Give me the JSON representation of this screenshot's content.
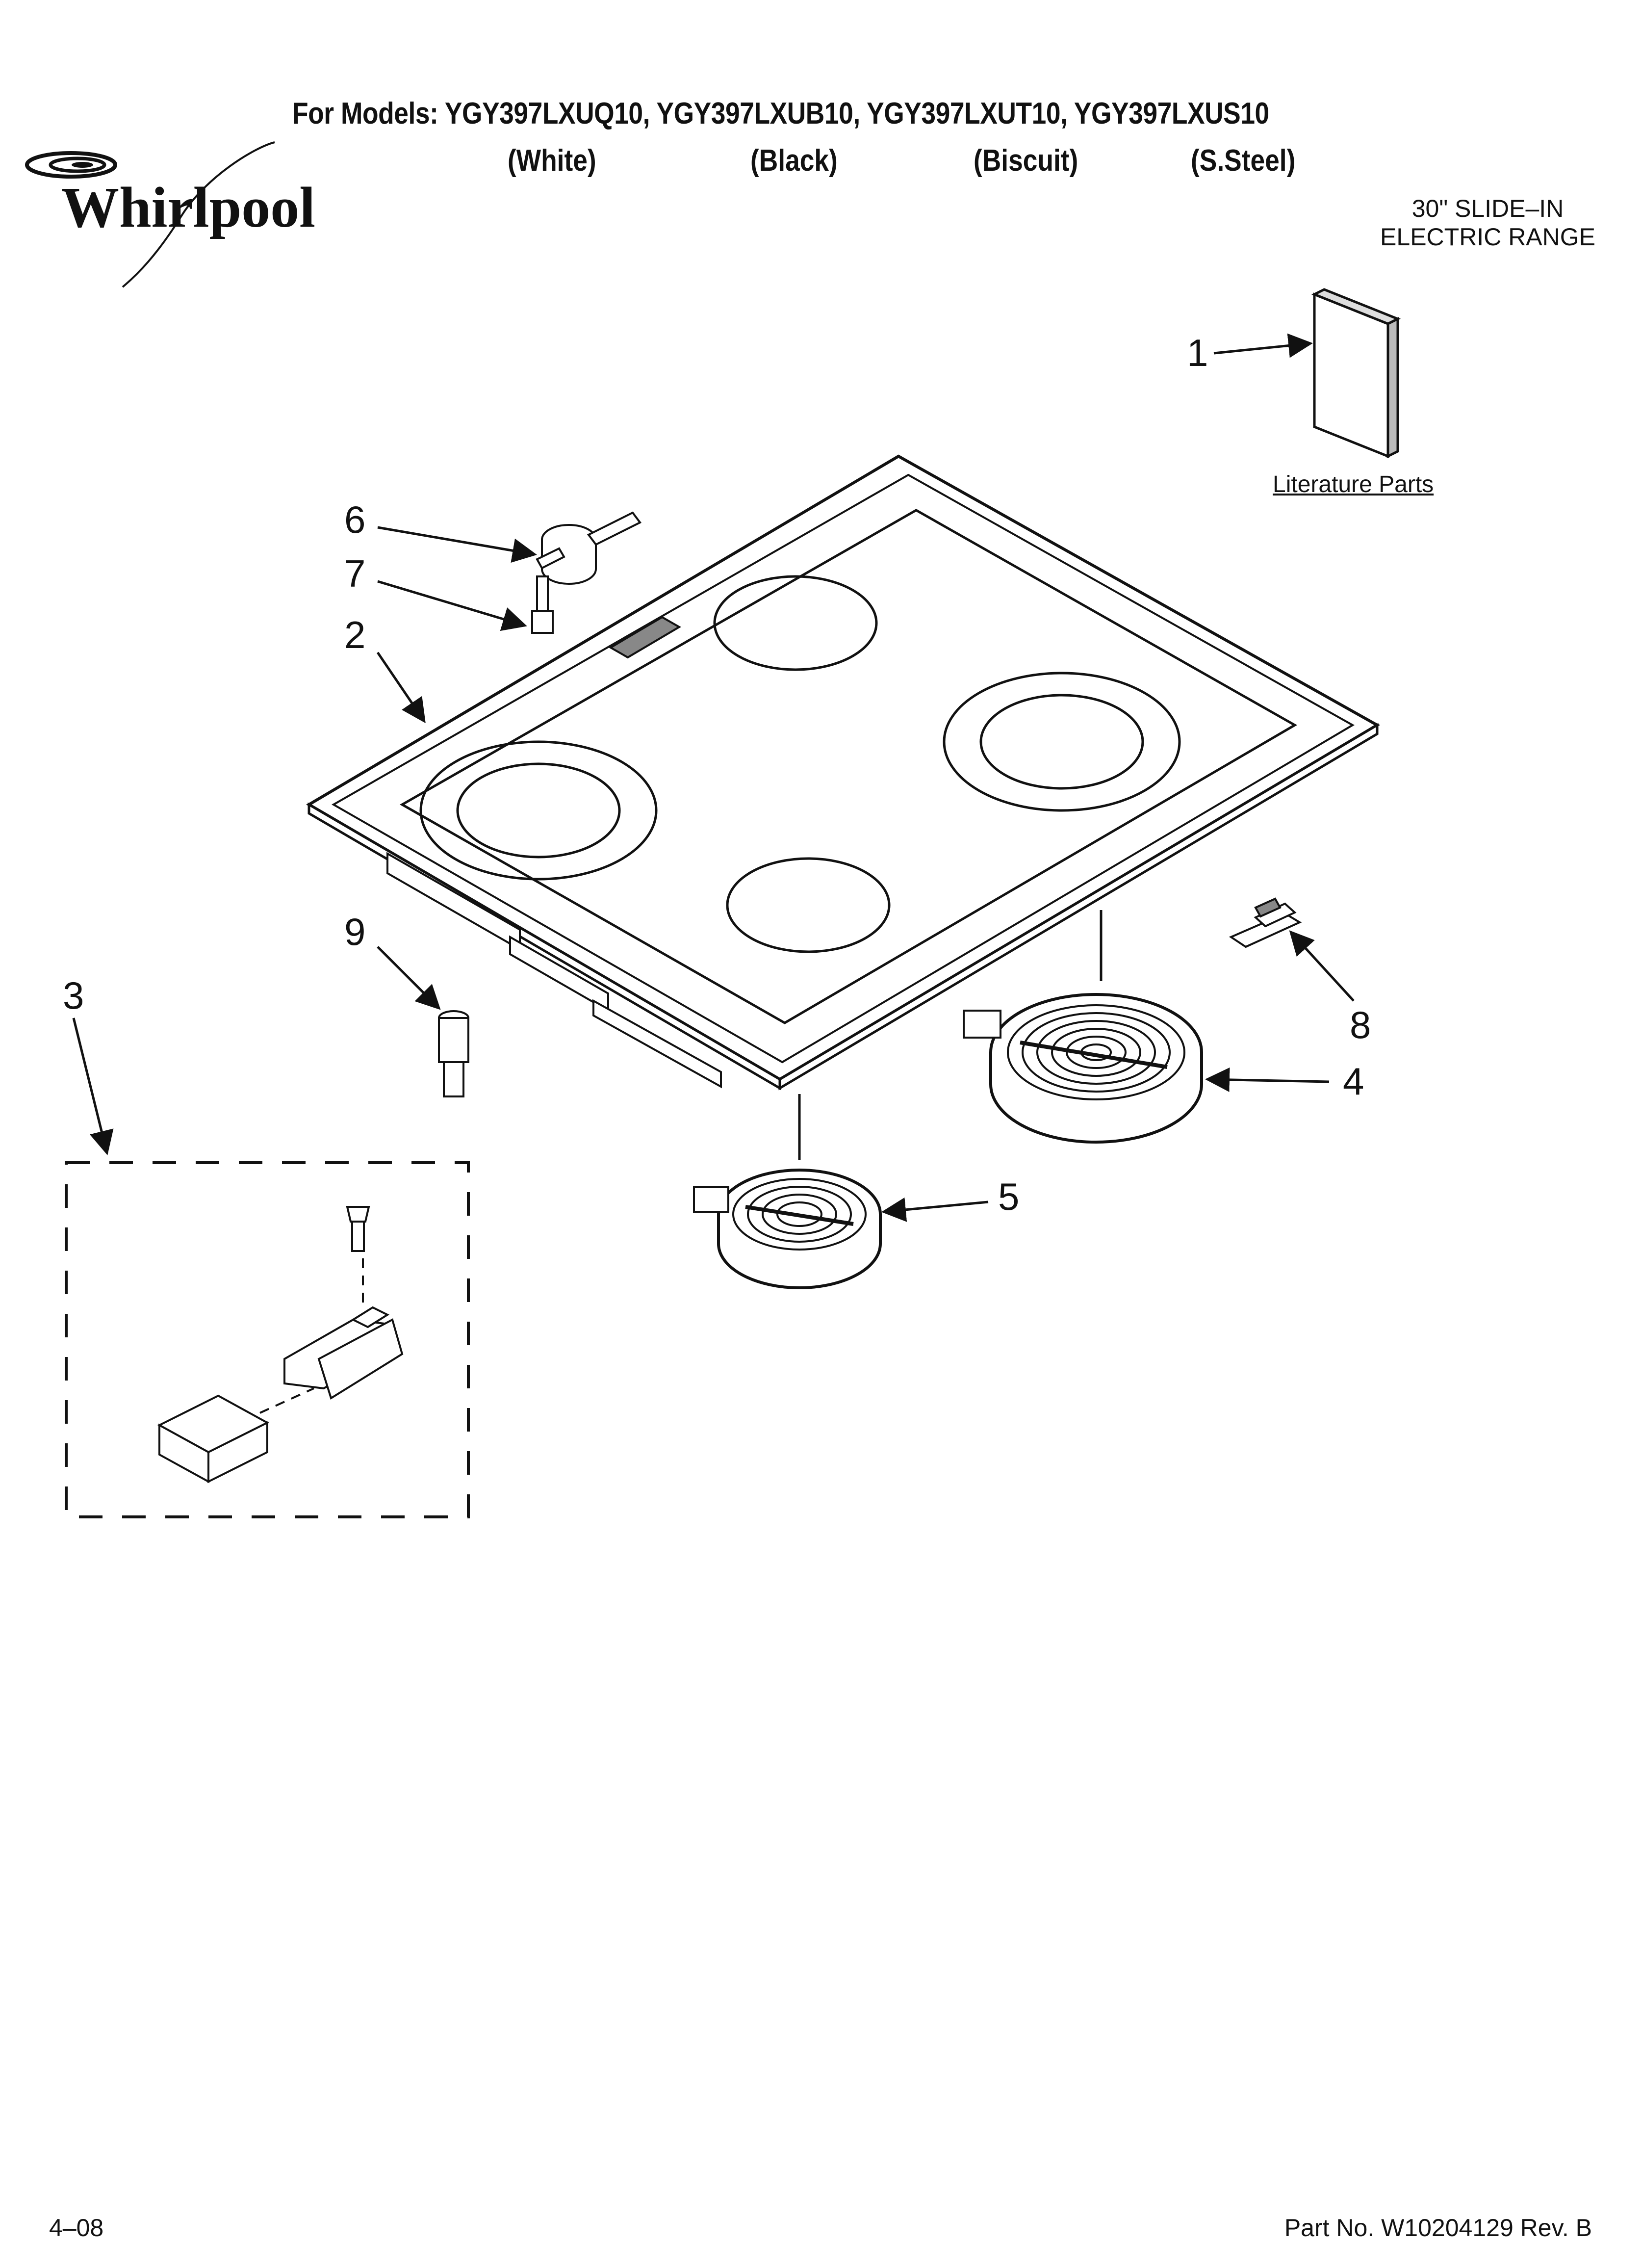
{
  "header": {
    "models_line": "For Models: YGY397LXUQ10, YGY397LXUB10,  YGY397LXUT10, YGY397LXUS10",
    "colors": [
      "(White)",
      "(Black)",
      "(Biscuit)",
      "(S.Steel)"
    ]
  },
  "brand": {
    "logo_text": "Whirlpool"
  },
  "range_type": {
    "line1": "30\" SLIDE–IN",
    "line2": "ELECTRIC RANGE"
  },
  "literature": {
    "label": "Literature Parts"
  },
  "callouts": {
    "c1": "1",
    "c2": "2",
    "c3": "3",
    "c4": "4",
    "c5": "5",
    "c6": "6",
    "c7": "7",
    "c8": "8",
    "c9": "9"
  },
  "footer": {
    "date_code": "4–08",
    "part_number": "Part No. W10204129 Rev. B"
  }
}
